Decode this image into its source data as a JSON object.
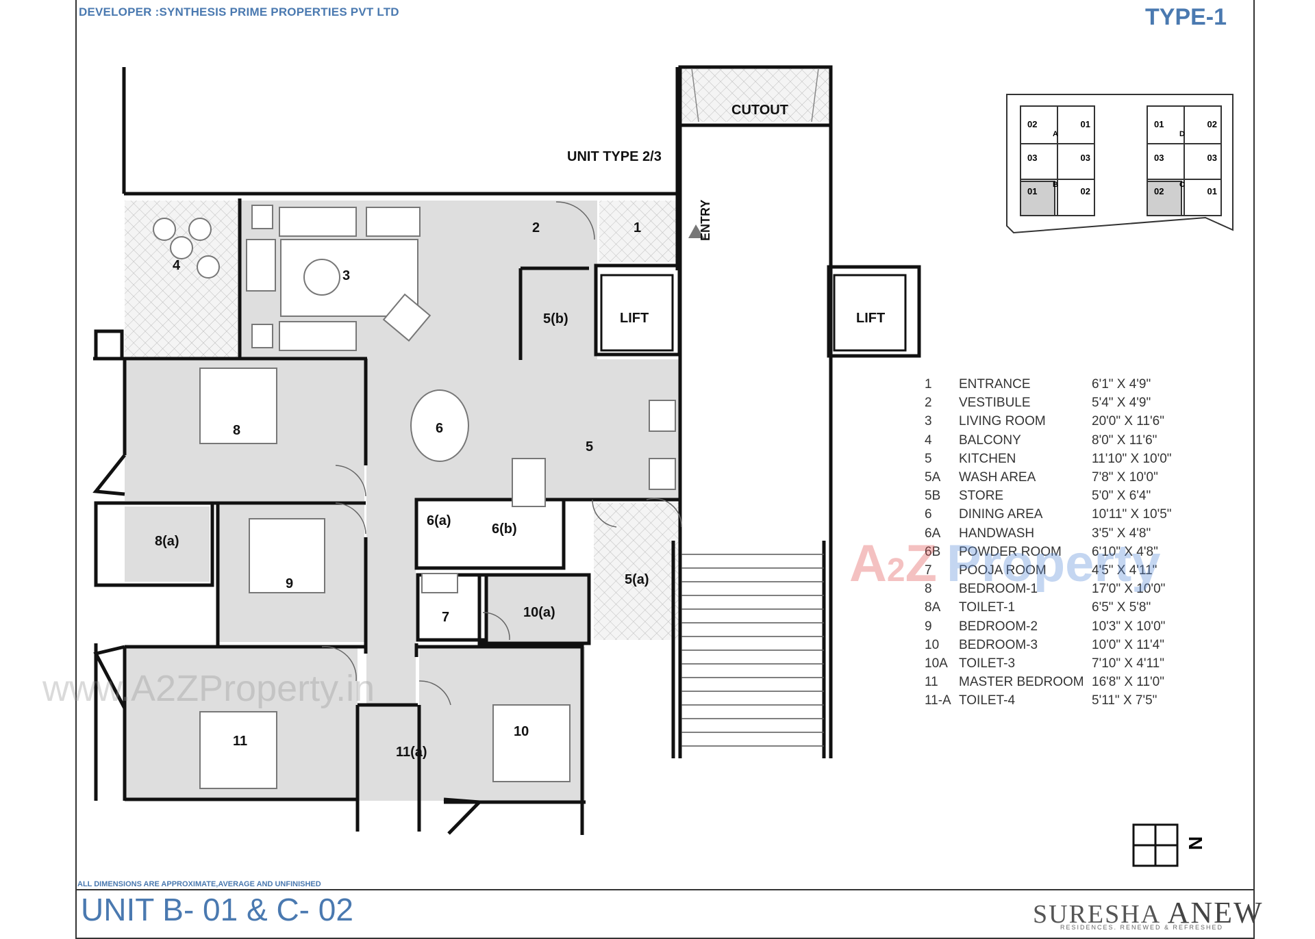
{
  "header": {
    "developer": "DEVELOPER :SYNTHESIS PRIME PROPERTIES PVT LTD",
    "type_label": "TYPE-1"
  },
  "plan": {
    "unit_type": "UNIT TYPE  2/3",
    "cutout": "CUTOUT",
    "entry": "ENTRY",
    "lift_left": "LIFT",
    "lift_right": "LIFT",
    "room_labels": {
      "r1": "1",
      "r2": "2",
      "r3": "3",
      "r4": "4",
      "r5": "5",
      "r5a": "5(a)",
      "r5b": "5(b)",
      "r6": "6",
      "r6a": "6(a)",
      "r6b": "6(b)",
      "r7": "7",
      "r8": "8",
      "r8a": "8(a)",
      "r9": "9",
      "r10": "10",
      "r10a": "10(a)",
      "r11": "11",
      "r11a": "11(a)"
    }
  },
  "key_plan": {
    "left_block": [
      "02",
      "01",
      "03",
      "03",
      "01",
      "02"
    ],
    "right_block": [
      "01",
      "02",
      "03",
      "03",
      "02",
      "01"
    ],
    "core_letters": [
      "A",
      "B",
      "D",
      "C"
    ]
  },
  "legend": [
    {
      "no": "1",
      "name": "ENTRANCE",
      "size": "6'1\"  X  4'9\""
    },
    {
      "no": "2",
      "name": "VESTIBULE",
      "size": "5'4\"  X  4'9\""
    },
    {
      "no": "3",
      "name": "LIVING ROOM",
      "size": "20'0\" X 11'6\""
    },
    {
      "no": "4",
      "name": "BALCONY",
      "size": " 8'0\" X 11'6\""
    },
    {
      "no": "5",
      "name": "KITCHEN",
      "size": "11'10\" X 10'0\""
    },
    {
      "no": "5A",
      "name": "WASH AREA",
      "size": "7'8\" X 10'0\""
    },
    {
      "no": "5B",
      "name": "STORE",
      "size": "5'0\"  X   6'4\""
    },
    {
      "no": "6",
      "name": "DINING AREA",
      "size": "10'11\" X 10'5\""
    },
    {
      "no": "6A",
      "name": "HANDWASH",
      "size": "3'5\" X 4'8\""
    },
    {
      "no": "6B",
      "name": "POWDER ROOM",
      "size": "6'10\" X 4'8\""
    },
    {
      "no": "7",
      "name": "POOJA ROOM",
      "size": "4'5\" X 4'11\""
    },
    {
      "no": "8",
      "name": "BEDROOM-1",
      "size": "17'0\" X 10'0\""
    },
    {
      "no": "8A",
      "name": "TOILET-1",
      "size": "6'5\" X 5'8\""
    },
    {
      "no": "9",
      "name": "BEDROOM-2",
      "size": "10'3\" X 10'0\""
    },
    {
      "no": "10",
      "name": "BEDROOM-3",
      "size": "10'0\" X 11'4\""
    },
    {
      "no": "10A",
      "name": "TOILET-3",
      "size": "7'10\" X 4'11\""
    },
    {
      "no": "11",
      "name": "MASTER BEDROOM",
      "size": "16'8\" X 11'0\""
    },
    {
      "no": "11-A",
      "name": "TOILET-4",
      "size": "5'11\" X 7'5\""
    }
  ],
  "watermark": {
    "url": "www.A2ZProperty.in",
    "logo_a": "A",
    "logo_2": "2",
    "logo_z": "Z",
    "logo_rest": "Property"
  },
  "footer": {
    "disclaimer": "ALL DIMENSIONS ARE APPROXIMATE,AVERAGE AND UNFINISHED",
    "unit_title": "UNIT B- 01 & C- 02",
    "brand_left": "SURESHA",
    "brand_right": "ANEW",
    "brand_tagline": "RESIDENCES. RENEWED & REFRESHED"
  },
  "north_arrow": "N",
  "colors": {
    "title_blue": "#4a79b0",
    "floor_grey": "#dcdcdc",
    "wall": "#111111",
    "hatch": "#c9c9c9"
  }
}
